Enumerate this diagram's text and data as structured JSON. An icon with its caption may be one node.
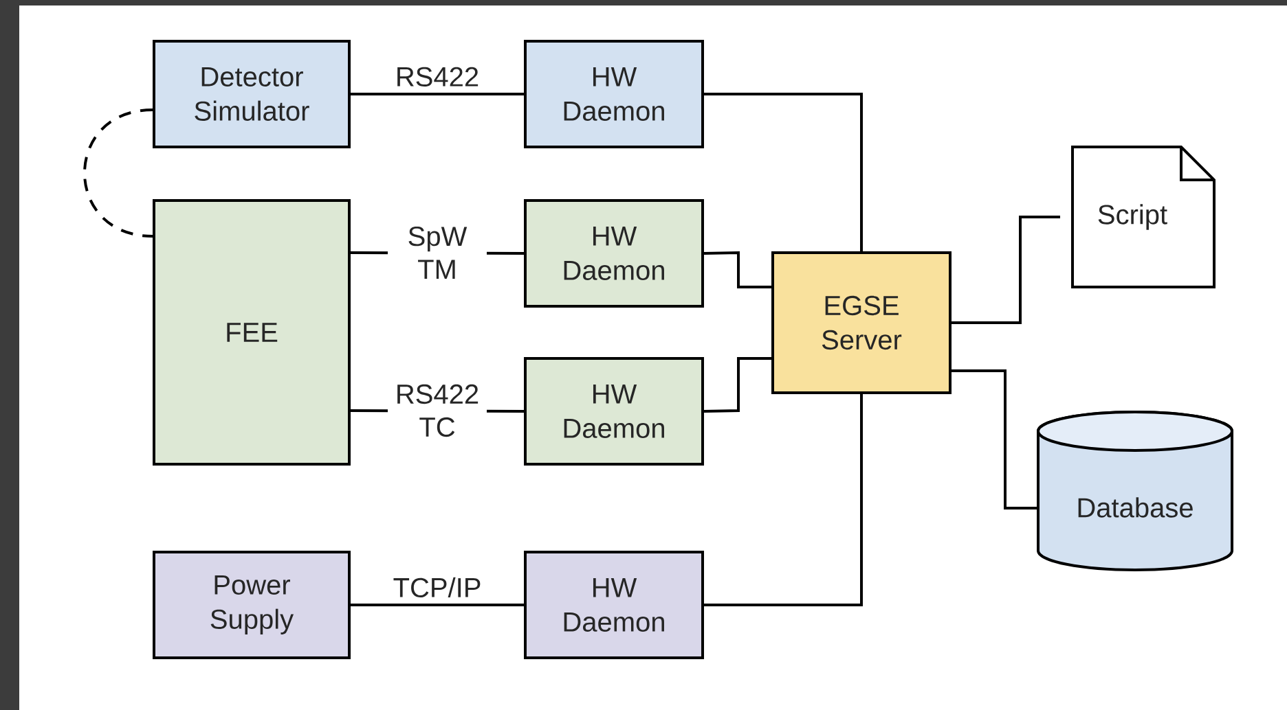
{
  "diagram": {
    "nodes": [
      {
        "text": [
          "Detector Simulator"
        ]
      },
      {
        "text": [
          "HW Daemon"
        ]
      },
      {
        "text": [
          "FEE"
        ]
      },
      {
        "text": [
          "HW Daemon"
        ]
      },
      {
        "text": [
          "HW Daemon"
        ]
      },
      {
        "text": [
          "Power Supply"
        ]
      },
      {
        "text": [
          "HW Daemon"
        ]
      },
      {
        "text": [
          "EGSE Server"
        ]
      },
      {
        "text": [
          "Script"
        ]
      },
      {
        "text": [
          "Database"
        ]
      }
    ],
    "edges": [
      {
        "from": 0,
        "to": 1,
        "arrow": "none",
        "label": "RS422"
      },
      {
        "from": 2,
        "to": 3,
        "arrow": "none",
        "label": "SpW TM"
      },
      {
        "from": 2,
        "to": 4,
        "arrow": "none",
        "label": "RS422 TC"
      },
      {
        "from": 5,
        "to": 6,
        "arrow": "none",
        "label": "TCP/IP"
      },
      {
        "from": 0,
        "to": 2,
        "arrow": "none",
        "style": "dashed"
      },
      {
        "from": 1,
        "to": 7,
        "arrow": "none"
      },
      {
        "from": 3,
        "to": 7,
        "arrow": "none"
      },
      {
        "from": 4,
        "to": 7,
        "arrow": "none"
      },
      {
        "from": 6,
        "to": 7,
        "arrow": "none"
      },
      {
        "from": 7,
        "to": 8,
        "arrow": "none"
      },
      {
        "from": 7,
        "to": 9,
        "arrow": "none"
      }
    ]
  }
}
